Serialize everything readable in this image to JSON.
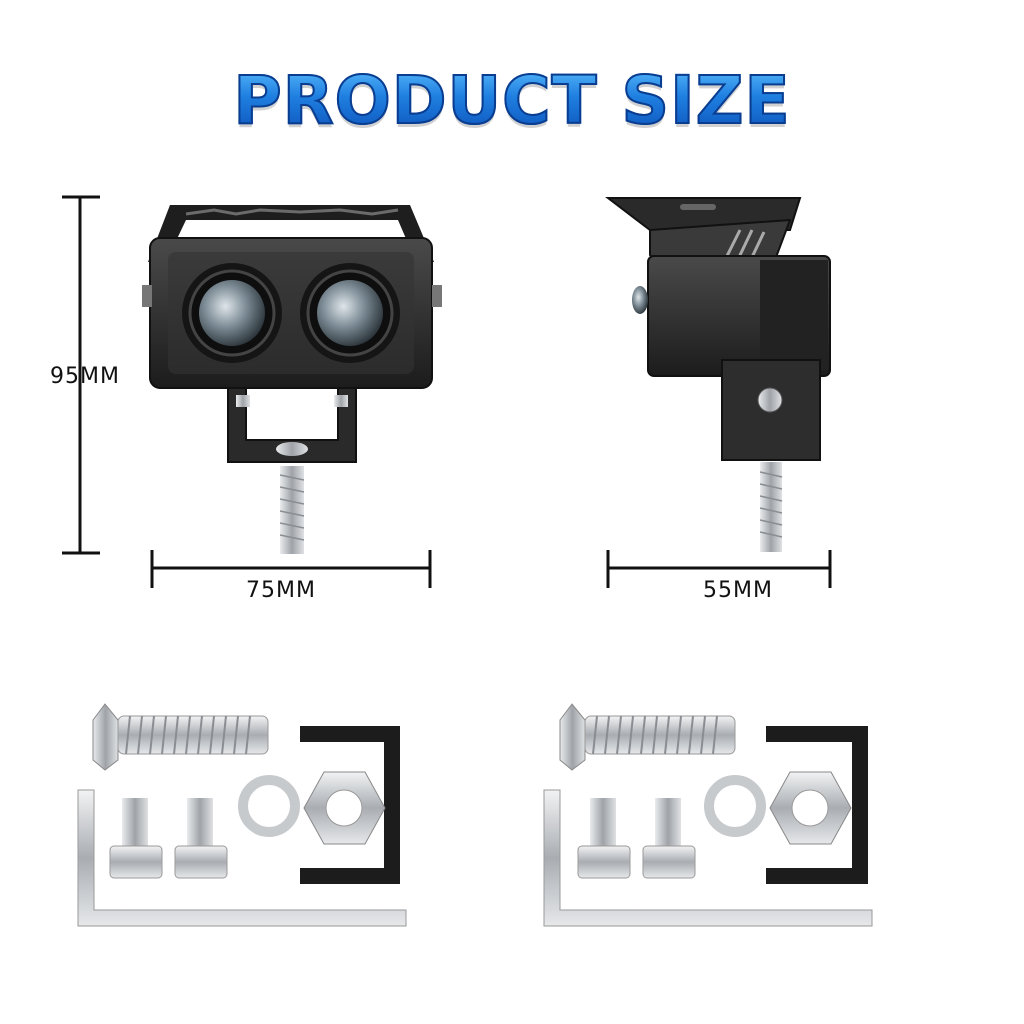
{
  "title": "PRODUCT SIZE",
  "dimensions": {
    "height_label": "95MM",
    "width_label": "75MM",
    "depth_label": "55MM"
  },
  "colors": {
    "title_blue": "#1f7fe0",
    "title_outline": "#0a3d8f",
    "housing": "#2b2b2b",
    "metal": "#b8bcc0"
  },
  "icons": [
    "light-front-view",
    "light-side-view",
    "hardware-kit"
  ]
}
